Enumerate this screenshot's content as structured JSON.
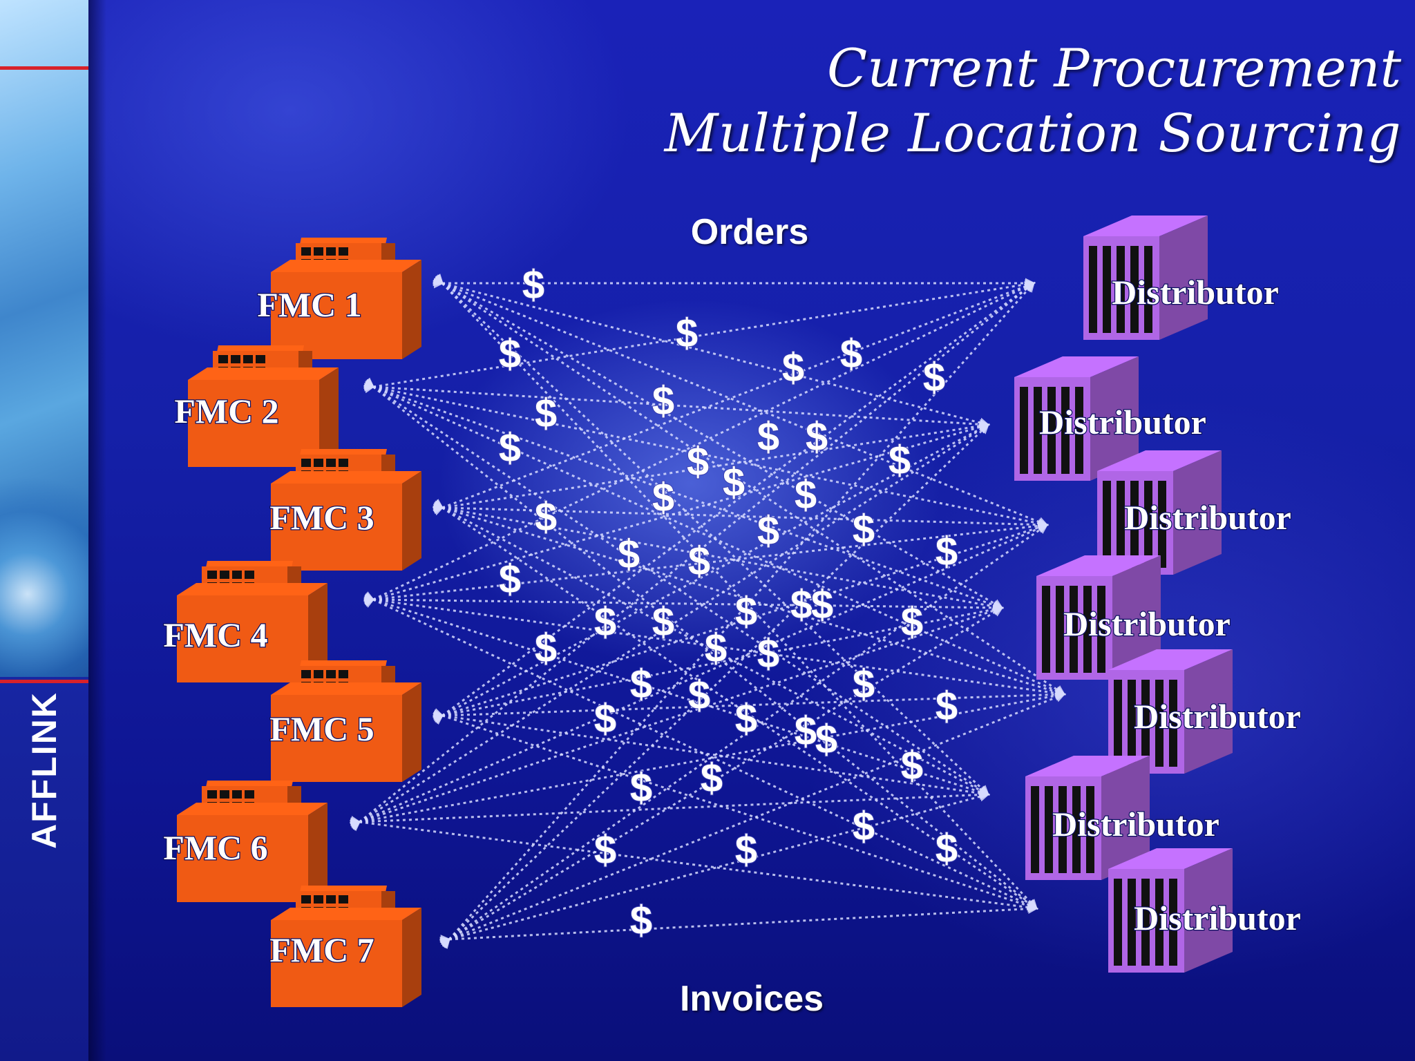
{
  "slide": {
    "title_line1": "Current Procurement",
    "title_line2": "Multiple Location Sourcing",
    "logo_text": "AFFLINK",
    "top_label": "Orders",
    "bottom_label": "Invoices"
  },
  "colors": {
    "fmc_building": "#f05a14",
    "distributor_building": "#b066e6",
    "arrow": "#d8dcff",
    "accent_red": "#d8222a"
  },
  "icons": {
    "fmc": "factory-icon",
    "distributor": "warehouse-icon",
    "payment": "dollar-sign-icon"
  },
  "fmcs": [
    {
      "label": "FMC 1"
    },
    {
      "label": "FMC 2"
    },
    {
      "label": "FMC 3"
    },
    {
      "label": "FMC 4"
    },
    {
      "label": "FMC 5"
    },
    {
      "label": "FMC 6"
    },
    {
      "label": "FMC 7"
    }
  ],
  "distributors": [
    {
      "label": "Distributor"
    },
    {
      "label": "Distributor"
    },
    {
      "label": "Distributor"
    },
    {
      "label": "Distributor"
    },
    {
      "label": "Distributor"
    },
    {
      "label": "Distributor"
    },
    {
      "label": "Distributor"
    }
  ],
  "dollar_symbol": "$"
}
